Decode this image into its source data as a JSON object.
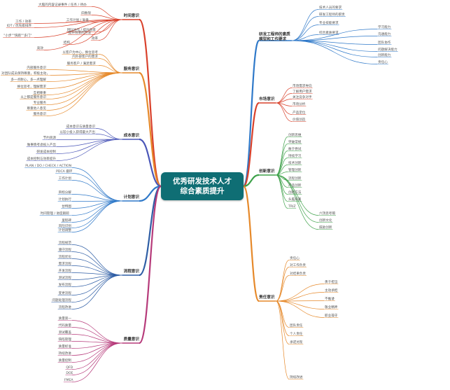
{
  "root": {
    "line1": "优秀研发技术人才",
    "line2": "综合素质提升"
  },
  "branches": {
    "time": {
      "label": "时间意识",
      "items": [
        "大脑的内容记录事件 / 任务 / 待办",
        "四象限",
        "工作计划 / 复盘",
        "工作 / 效率",
        "IDT / 优先级排序",
        "提升效率的方法",
        "\"小步\"\"快跑\"\"多门\"",
        "团队协作 / 提升效率",
        "效率",
        "结构",
        "高效"
      ]
    },
    "service": {
      "label": "服务意识",
      "items": [
        "以客户为中心，换位思考",
        "内外部客户的需求",
        "服务客户 / 满足需求",
        "内部服务意识",
        "对团队成员保持尊重，积极主动，",
        "多一点耐心，多一点理解",
        "换位思考，理解需求",
        "互相尊重",
        "以上都是服务意识",
        "专业服务",
        "尊重他人意见",
        "服务意识"
      ]
    },
    "cost": {
      "label": "成本意识",
      "items": [
        "成本意识与质量意识",
        "以较小投入获得最大产出",
        "节约资源",
        "做事情考虑投入产出",
        "研发成本控制",
        "成本控制与效率提升"
      ]
    },
    "plan": {
      "label": "计划意识",
      "items": [
        "PLAN / DO / CHECK / ACTION",
        "PDCA 循环",
        "工作计划",
        "目标分解",
        "计划执行",
        "甘特图",
        "时间管理 / 进度跟踪",
        "里程碑",
        "风险识别",
        "计划调整"
      ]
    },
    "process": {
      "label": "流程意识",
      "items": [
        "流程规范",
        "遵守流程",
        "流程优化",
        "需求流程",
        "开发流程",
        "测试流程",
        "发布流程",
        "变更流程",
        "问题处理流程",
        "流程改进"
      ]
    },
    "quality": {
      "label": "质量意识",
      "items": [
        "质量第一",
        "代码质量",
        "测试覆盖",
        "缺陷管理",
        "质量标准",
        "持续改进",
        "质量控制",
        "QFD",
        "DOE",
        "FMEA"
      ]
    },
    "role": {
      "label": "研发工程师的素质模型和工作要求",
      "items": [
        "技术人员的要求",
        "研发工程师的职责",
        "专业技能要求",
        "综合素质要求",
        "学习能力",
        "沟通能力",
        "团队协作",
        "问题解决能力",
        "创新能力",
        "责任心"
      ]
    },
    "market": {
      "label": "市场意识",
      "items": [
        "市场需求导向",
        "了解用户需求",
        "关注竞争对手",
        "市场分析",
        "产品定位",
        "价值创造"
      ]
    },
    "innovation": {
      "label": "创新意识",
      "items": [
        "创新思维",
        "突破常规",
        "敢于尝试",
        "持续学习",
        "技术创新",
        "管理创新",
        "流程创新",
        "产品创新",
        "创新方法",
        "头脑风暴",
        "TRIZ",
        "六顶思考帽",
        "创新文化",
        "鼓励创新"
      ]
    },
    "responsibility": {
      "label": "责任意识",
      "items": [
        "责任心",
        "对工作负责",
        "对结果负责",
        "勇于担当",
        "主动承担",
        "不推诿",
        "敬业精神",
        "职业操守",
        "团队责任",
        "个人责任",
        "承诺兑现",
        "持续改进"
      ]
    }
  },
  "colors": {
    "root": "#0f6e74",
    "time": "#d9412b",
    "service": "#e6892a",
    "cost": "#4a56b8",
    "plan": "#2f79c9",
    "process": "#2f5ea5",
    "quality": "#b63a7a",
    "role": "#2f79c9",
    "market": "#d9412b",
    "innovation": "#3ea14a",
    "responsibility": "#e6892a"
  }
}
